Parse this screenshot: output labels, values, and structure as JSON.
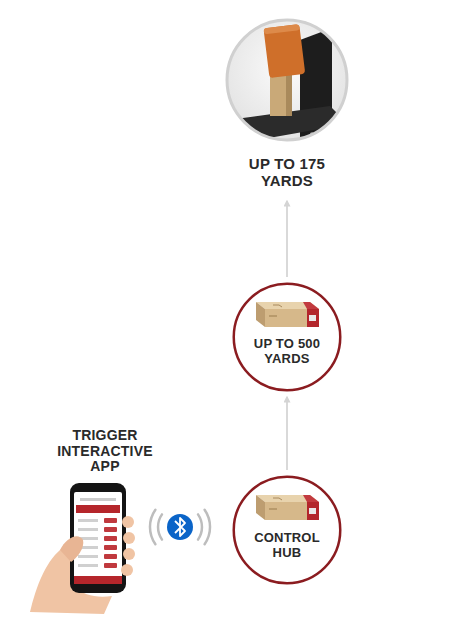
{
  "diagram": {
    "nodes": [
      {
        "text": [
          "UP TO 175 YARDS"
        ]
      },
      {
        "text": [
          "UP TO 500 YARDS"
        ]
      },
      {
        "text": [
          "TRIGGER INTERACTIVE APP"
        ]
      },
      {
        "text": [
          "CONTROL HUB"
        ]
      }
    ],
    "edges": [
      {
        "from": 1,
        "to": 0,
        "arrow": "to"
      },
      {
        "from": 3,
        "to": 1,
        "arrow": "to"
      }
    ]
  }
}
